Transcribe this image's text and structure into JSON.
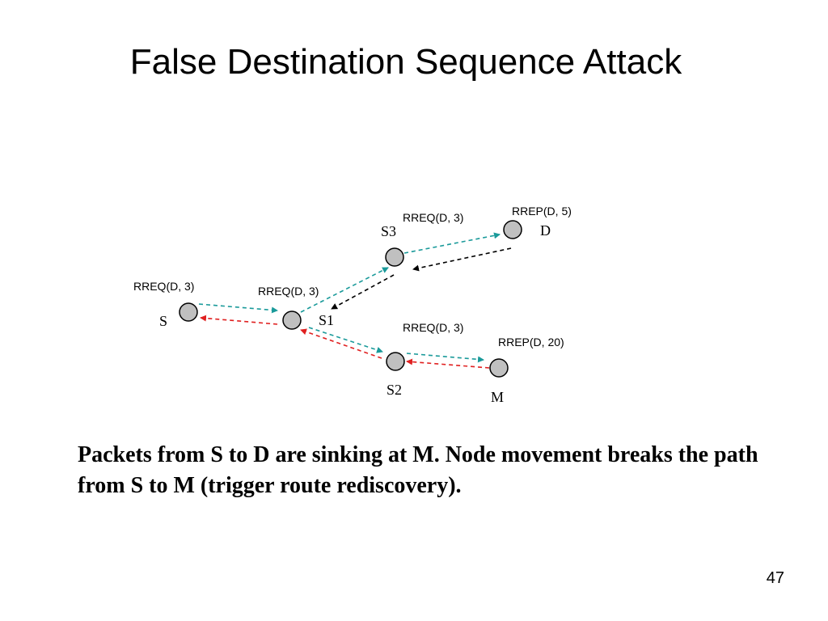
{
  "slide": {
    "title": "False Destination Sequence Attack",
    "caption": "Packets from S to D are sinking at M. Node movement breaks the path from S to M (trigger route rediscovery).",
    "page_number": "47"
  },
  "nodes": {
    "s": "S",
    "s1": "S1",
    "s2": "S2",
    "s3": "S3",
    "d": "D",
    "m": "M"
  },
  "messages": {
    "rreq_s": "RREQ(D, 3)",
    "rreq_s1": "RREQ(D, 3)",
    "rreq_s3": "RREQ(D, 3)",
    "rreq_s2": "RREQ(D, 3)",
    "rrep_d": "RREP(D, 5)",
    "rrep_m": "RREP(D, 20)"
  },
  "colors": {
    "request_arrow": "#1a9a9a",
    "reply_malicious": "#e02020",
    "reply_legit": "#000000",
    "node_fill": "#c0c0c0"
  }
}
